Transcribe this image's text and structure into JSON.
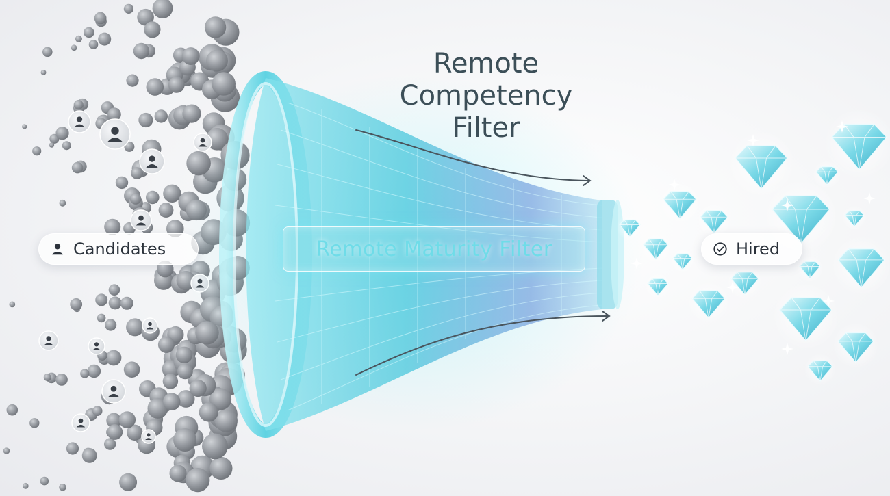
{
  "title_lines": [
    "Remote",
    "Competency",
    "Filter"
  ],
  "filter_label": "Remote Maturity Filter",
  "input_label": "Candidates",
  "output_label": "Hired",
  "icons": {
    "input": "person-icon",
    "output": "check-circle-icon",
    "flow": "arrow-right-icon",
    "particle": "person-avatar-icon",
    "outcome": "diamond-icon"
  },
  "colors": {
    "background": "#f3f4f6",
    "sphere": "#8f9399",
    "funnel": "#5fd3e2",
    "filter_text": "#6fdce8",
    "title": "#3c4f58",
    "diamond": "#4fc7dc"
  }
}
